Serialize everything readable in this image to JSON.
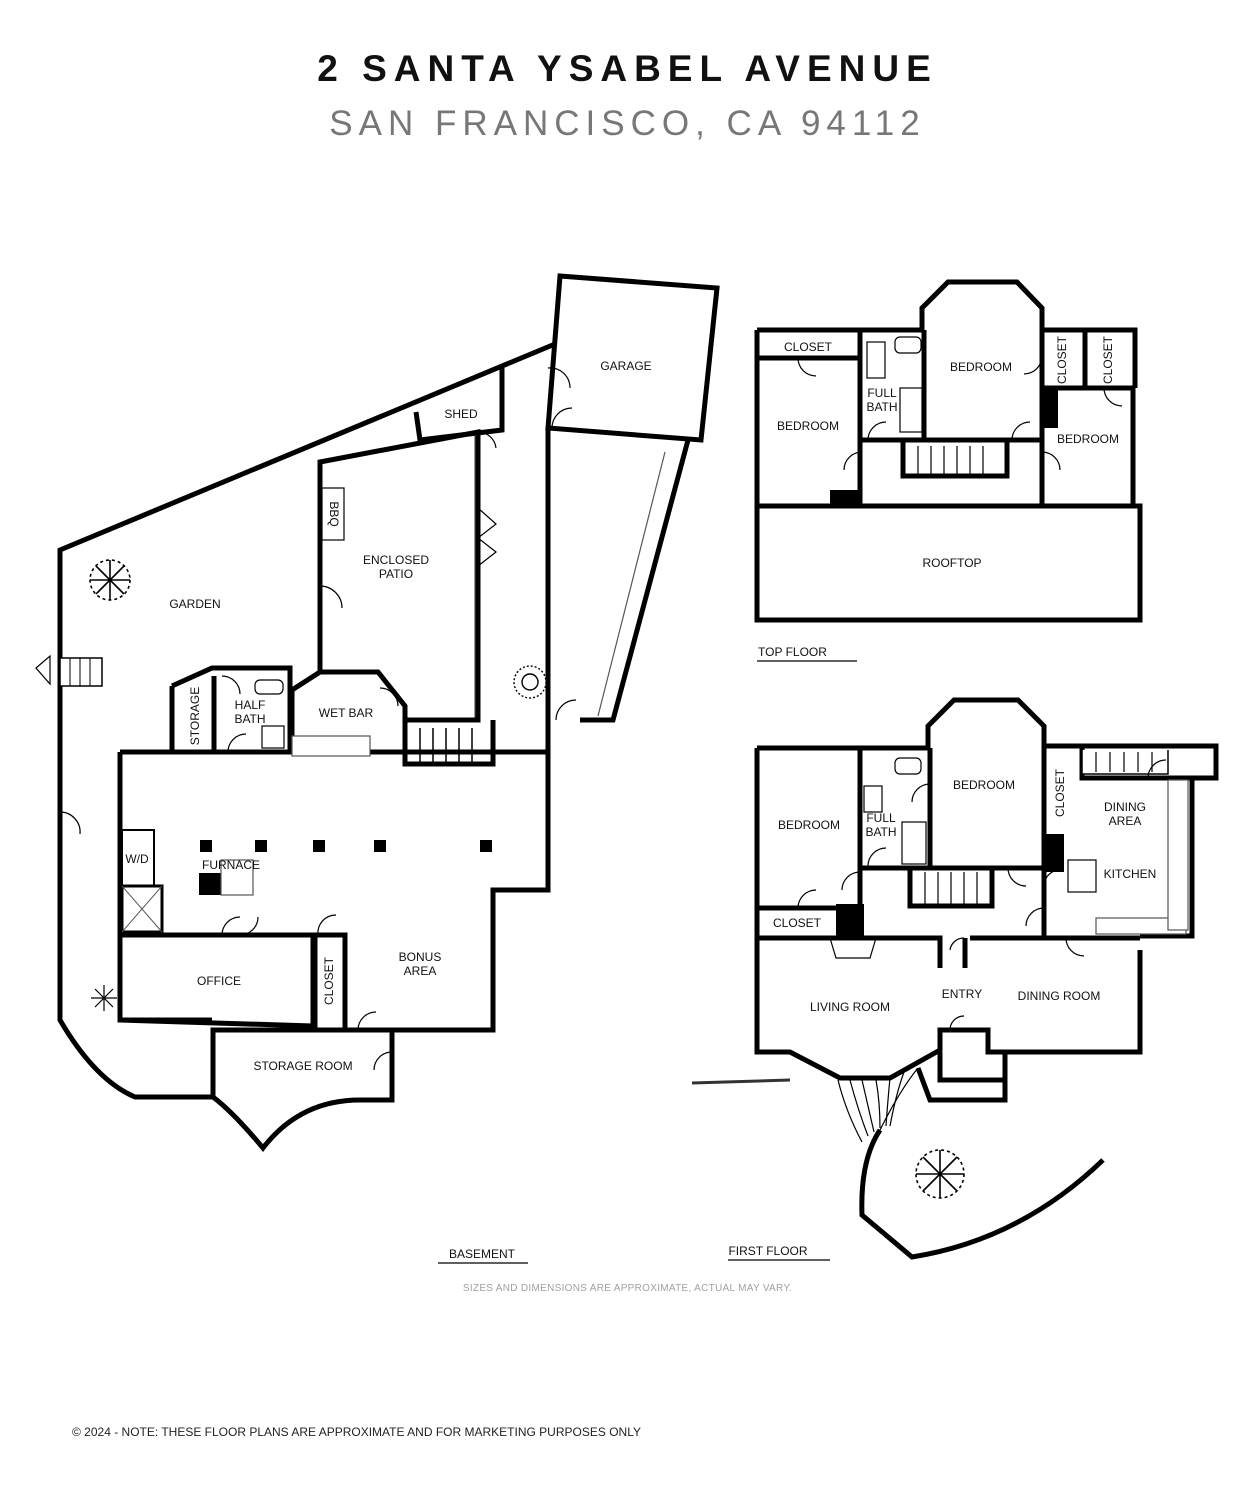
{
  "header": {
    "address": "2 SANTA YSABEL AVENUE",
    "city": "SAN FRANCISCO, CA 94112"
  },
  "floors": {
    "basement": {
      "label": "BASEMENT",
      "rooms": {
        "garage": "GARAGE",
        "shed": "SHED",
        "bbq": "BBQ",
        "enclosed_patio_1": "ENCLOSED",
        "enclosed_patio_2": "PATIO",
        "garden": "GARDEN",
        "storage": "STORAGE",
        "half_bath_1": "HALF",
        "half_bath_2": "BATH",
        "wet_bar": "WET BAR",
        "wd": "W/D",
        "furnace": "FURNACE",
        "bonus_area_1": "BONUS",
        "bonus_area_2": "AREA",
        "office": "OFFICE",
        "closet": "CLOSET",
        "storage_room": "STORAGE ROOM"
      }
    },
    "top": {
      "label": "TOP FLOOR",
      "rooms": {
        "closet_a": "CLOSET",
        "bedroom_left": "BEDROOM",
        "full_bath_1": "FULL",
        "full_bath_2": "BATH",
        "bedroom_center": "BEDROOM",
        "closet_b": "CLOSET",
        "closet_c": "CLOSET",
        "bedroom_right": "BEDROOM",
        "rooftop": "ROOFTOP"
      }
    },
    "first": {
      "label": "FIRST FLOOR",
      "rooms": {
        "bedroom_left": "BEDROOM",
        "full_bath_1": "FULL",
        "full_bath_2": "BATH",
        "bedroom_center": "BEDROOM",
        "closet_v": "CLOSET",
        "dining_area_1": "DINING",
        "dining_area_2": "AREA",
        "kitchen": "KITCHEN",
        "closet_h": "CLOSET",
        "living_room": "LIVING ROOM",
        "entry": "ENTRY",
        "dining_room": "DINING ROOM"
      }
    }
  },
  "disclaimer": "SIZES AND DIMENSIONS ARE APPROXIMATE, ACTUAL MAY VARY.",
  "footer": "© 2024 - NOTE: THESE FLOOR PLANS ARE APPROXIMATE AND FOR MARKETING PURPOSES ONLY"
}
